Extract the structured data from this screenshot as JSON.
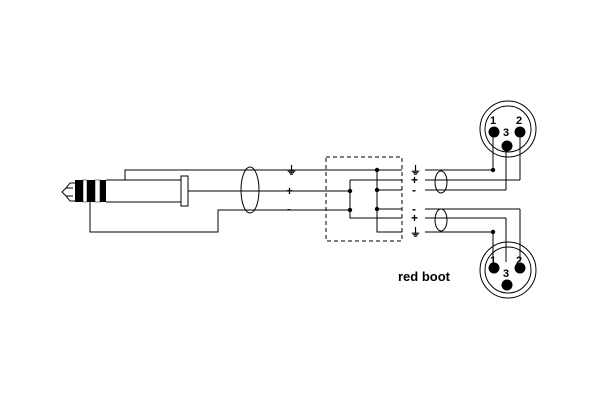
{
  "signals": {
    "ground": "⏚",
    "plus": "+",
    "minus": "-"
  },
  "xlr_top": {
    "pin1": "1",
    "pin2": "2",
    "pin3": "3"
  },
  "xlr_bottom": {
    "pin1": "1",
    "pin2": "2",
    "pin3": "3"
  },
  "right_top": {
    "ground": "⏚",
    "plus": "+",
    "minus": "-"
  },
  "right_bottom": {
    "minus": "-",
    "plus": "+",
    "ground": "⏚"
  },
  "caption": "red boot"
}
